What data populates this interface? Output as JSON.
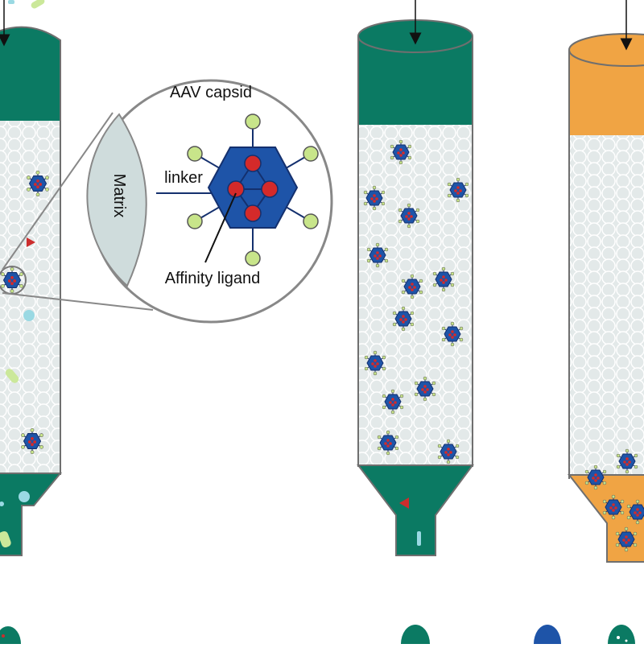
{
  "labels": {
    "capsid": "AAV capsid",
    "linker": "linker",
    "matrix": "Matrix",
    "ligand": "Affinity ligand"
  },
  "colors": {
    "load_buffer": "#0b7a63",
    "elution_buffer": "#f0a444",
    "bead_fill": "#dfe6e6",
    "bead_stroke": "#ffffff",
    "column_outline": "#7a7a7a",
    "capsid_fill": "#1e54a8",
    "capsid_stroke": "#14306e",
    "ligand_red": "#d42a2a",
    "ligand_tip": "#c8e58a",
    "matrix_fill": "#cfdcdc",
    "arrow": "#111111",
    "impurity_red": "#cc2d2d",
    "impurity_cyan": "#9ad9e3",
    "impurity_lime": "#cbe89a"
  },
  "columns": [
    {
      "id": "load",
      "buffer": "load_buffer",
      "step": "capture"
    },
    {
      "id": "wash",
      "buffer": "load_buffer",
      "step": "wash"
    },
    {
      "id": "elute",
      "buffer": "elution_buffer",
      "step": "elution"
    }
  ]
}
